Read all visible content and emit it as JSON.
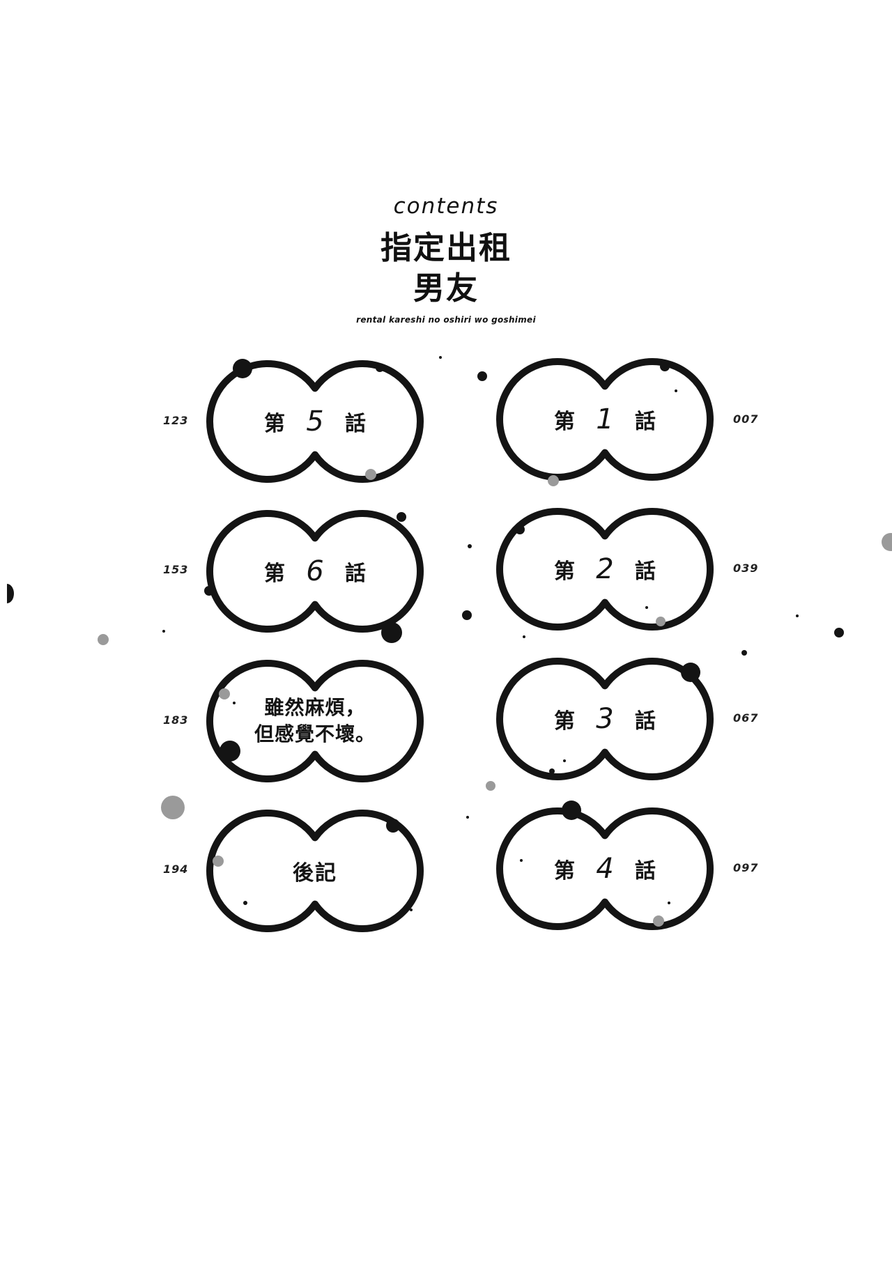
{
  "header": {
    "label": "contents",
    "title_line1": "指定出租",
    "title_line2": "男友",
    "subtitle": "rental kareshi no oshiri wo goshimei"
  },
  "chapters": [
    {
      "kind": "episode",
      "prefix": "第",
      "number": "5",
      "suffix": "話",
      "page": "123"
    },
    {
      "kind": "episode",
      "prefix": "第",
      "number": "1",
      "suffix": "話",
      "page": "007"
    },
    {
      "kind": "episode",
      "prefix": "第",
      "number": "6",
      "suffix": "話",
      "page": "153"
    },
    {
      "kind": "episode",
      "prefix": "第",
      "number": "2",
      "suffix": "話",
      "page": "039"
    },
    {
      "kind": "special",
      "line1": "雖然麻煩，",
      "line2": "但感覺不壞。",
      "page": "183"
    },
    {
      "kind": "episode",
      "prefix": "第",
      "number": "3",
      "suffix": "話",
      "page": "067"
    },
    {
      "kind": "single",
      "text": "後記",
      "page": "194"
    },
    {
      "kind": "episode",
      "prefix": "第",
      "number": "4",
      "suffix": "話",
      "page": "097"
    }
  ],
  "colors": {
    "ink": "#141414",
    "paper": "#ffffff",
    "speckle_gray": "#9a9a9a"
  }
}
